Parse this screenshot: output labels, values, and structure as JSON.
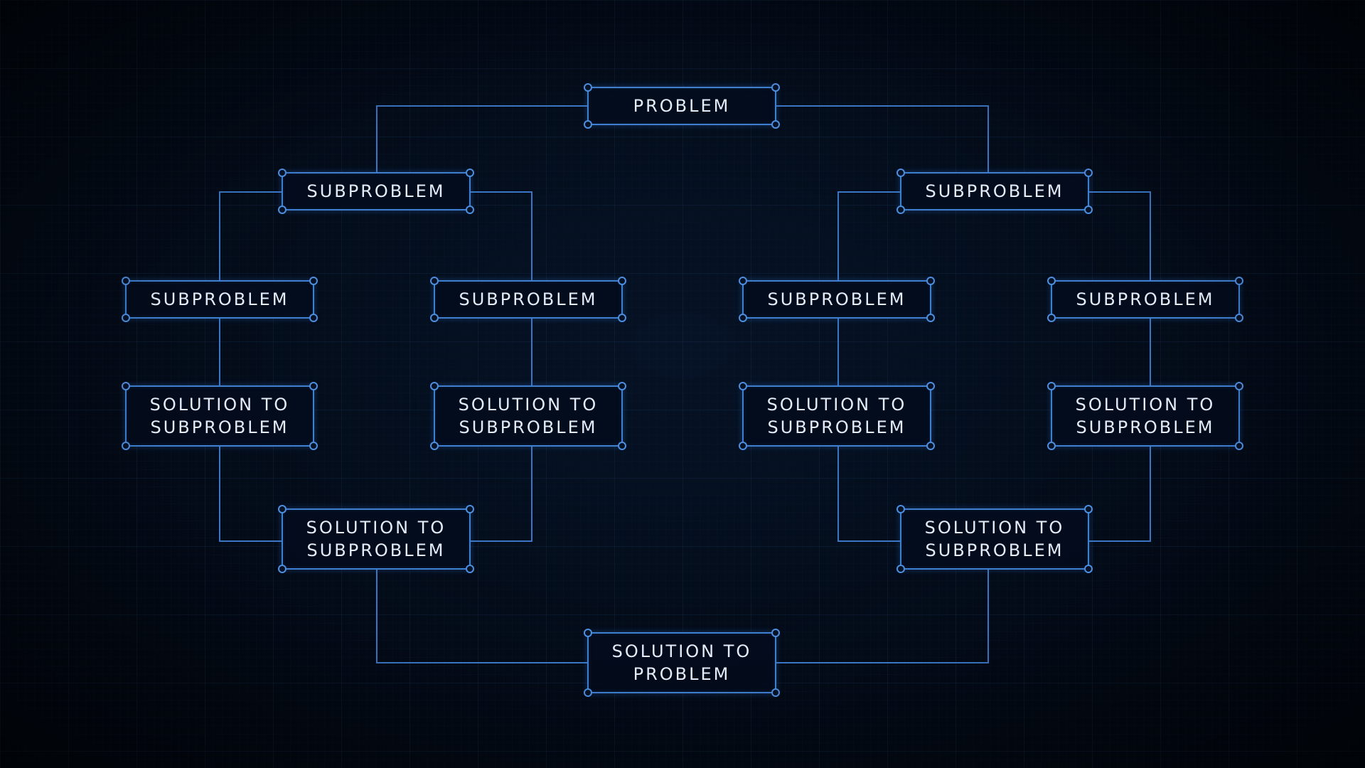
{
  "diagram": {
    "nodes": {
      "root": "PROBLEM",
      "l1_left": "SUBPROBLEM",
      "l1_right": "SUBPROBLEM",
      "l2_a": "SUBPROBLEM",
      "l2_b": "SUBPROBLEM",
      "l2_c": "SUBPROBLEM",
      "l2_d": "SUBPROBLEM",
      "sol_a": "SOLUTION TO\nSUBPROBLEM",
      "sol_b": "SOLUTION TO\nSUBPROBLEM",
      "sol_c": "SOLUTION TO\nSUBPROBLEM",
      "sol_d": "SOLUTION TO\nSUBPROBLEM",
      "sol_left": "SOLUTION TO\nSUBPROBLEM",
      "sol_right": "SOLUTION TO\nSUBPROBLEM",
      "final": "SOLUTION TO\nPROBLEM"
    },
    "colors": {
      "background": "#020a17",
      "line": "#3f7fd0",
      "text": "#e4ecf7"
    }
  }
}
